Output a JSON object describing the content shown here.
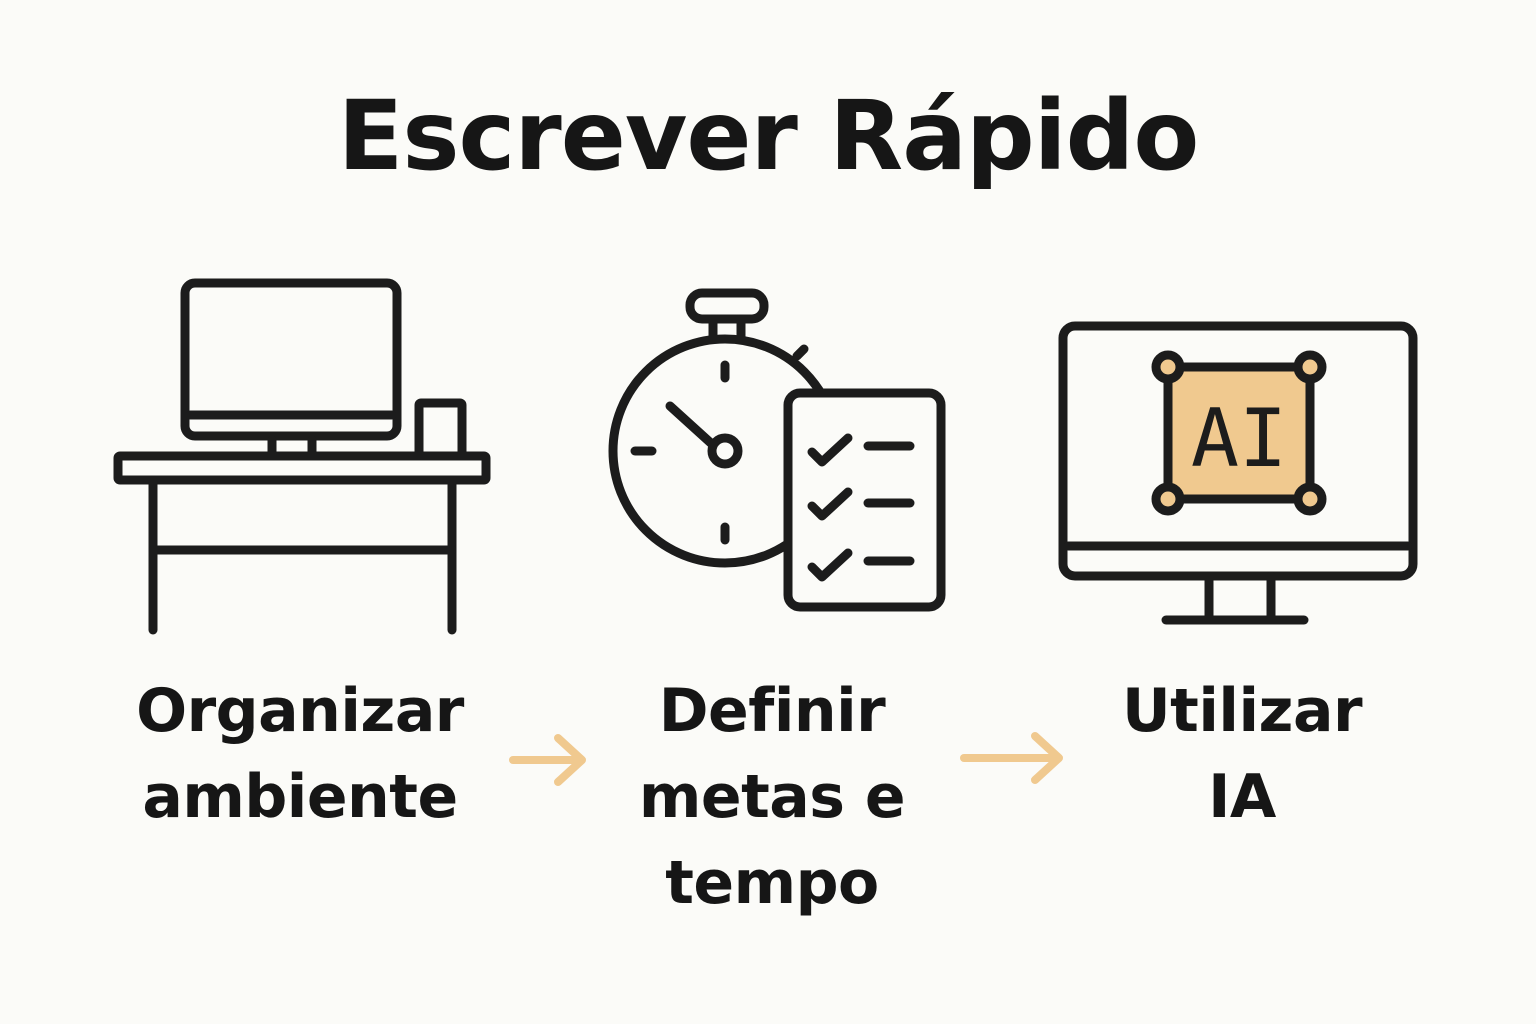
{
  "title": "Escrever Rápido",
  "steps": [
    {
      "lines": [
        "Organizar",
        "ambiente"
      ],
      "icon": "desk-computer-icon"
    },
    {
      "lines": [
        "Definir",
        "metas e",
        "tempo"
      ],
      "icon": "stopwatch-checklist-icon"
    },
    {
      "lines": [
        "Utilizar",
        "IA"
      ],
      "icon": "monitor-ai-icon"
    }
  ],
  "ai_chip_text": "AI",
  "colors": {
    "text": "#161616",
    "line": "#1c1c1c",
    "accent": "#f0c98f",
    "arrow": "#f0c98f",
    "background": "#fbfbf8"
  }
}
